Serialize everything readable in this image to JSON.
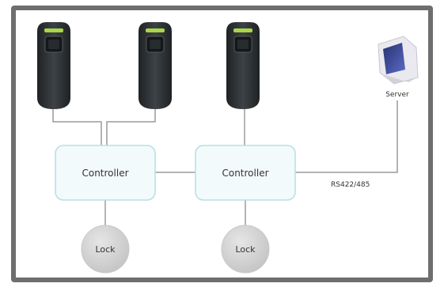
{
  "diagram": {
    "controllers": [
      {
        "label": "Controller"
      },
      {
        "label": "Controller"
      }
    ],
    "locks": [
      {
        "label": "Lock"
      },
      {
        "label": "Lock"
      }
    ],
    "server": {
      "label": "Server"
    },
    "link_label": "RS422/485",
    "colors": {
      "frame": "#6e6e6e",
      "reader_body": "#2f3336",
      "reader_accent": "#a8d64a",
      "controller_border": "#b6dfe6",
      "controller_fill": "#f2fafb",
      "lock_fill": "#d6d6d6",
      "wire": "#9a9a9a"
    }
  }
}
